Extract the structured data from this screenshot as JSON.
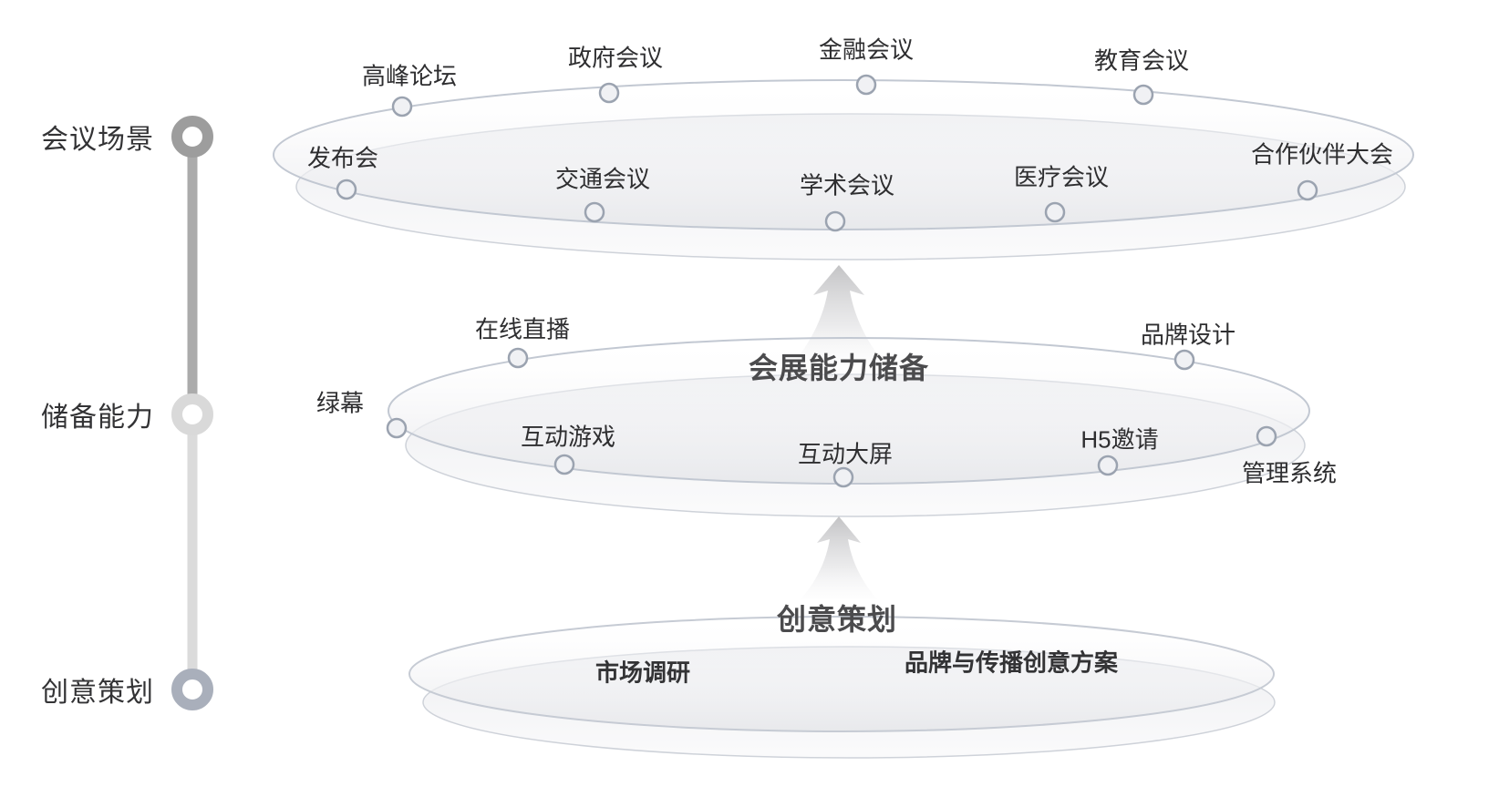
{
  "timeline": {
    "items": [
      {
        "label": "会议场景"
      },
      {
        "label": "储备能力"
      },
      {
        "label": "创意策划"
      }
    ]
  },
  "tier_meetings": {
    "items": [
      {
        "label": "高峰论坛"
      },
      {
        "label": "政府会议"
      },
      {
        "label": "金融会议"
      },
      {
        "label": "教育会议"
      },
      {
        "label": "发布会"
      },
      {
        "label": "合作伙伴大会"
      },
      {
        "label": "交通会议"
      },
      {
        "label": "学术会议"
      },
      {
        "label": "医疗会议"
      }
    ]
  },
  "tier_capabilities": {
    "title": "会展能力储备",
    "items": [
      {
        "label": "在线直播"
      },
      {
        "label": "品牌设计"
      },
      {
        "label": "绿幕"
      },
      {
        "label": "互动游戏"
      },
      {
        "label": "互动大屏"
      },
      {
        "label": "H5邀请"
      },
      {
        "label": "管理系统"
      }
    ]
  },
  "tier_planning": {
    "title": "创意策划",
    "items": [
      {
        "label": "市场调研"
      },
      {
        "label": "品牌与传播创意方案"
      }
    ]
  },
  "colors": {
    "background": "#ffffff",
    "ellipse_stroke": "#c6cbd4",
    "ellipse_front_stroke": "#ced2d9",
    "platter_fill": "#e9ebee",
    "node_fill": "#f0f1f4",
    "node_stroke": "#9ba3b0",
    "arrow_gray": "#c2c2c4",
    "timeline_node_top": "#9d9d9d",
    "timeline_node_mid": "#d9d9d9",
    "timeline_node_bottom": "#a9afbb",
    "timeline_line_top": "#ababab",
    "timeline_line_bottom": "#dbdbdb",
    "label_text": "#2e2e30",
    "title_text": "#4b4b4d"
  }
}
